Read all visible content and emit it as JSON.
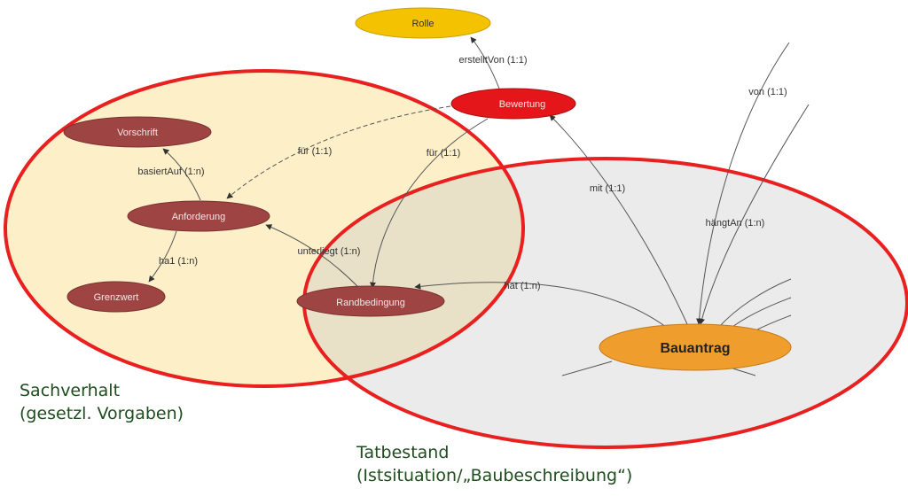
{
  "colors": {
    "ellipse_stroke": "#e8201f",
    "sachverhalt_fill": "#fdefc8",
    "tatbestand_fill": "#ebebeb",
    "overlap_fill": "#e9e0c8",
    "node_dark_red": "#9e4543",
    "node_red": "#e4161a",
    "node_yellow": "#f5c200",
    "node_orange": "#ef9e2d",
    "caption_text": "#1f4d1f"
  },
  "nodes": {
    "rolle": "Rolle",
    "bewertung": "Bewertung",
    "vorschrift": "Vorschrift",
    "anforderung": "Anforderung",
    "grenzwert": "Grenzwert",
    "randbedingung": "Randbedingung",
    "bauantrag": "Bauantrag"
  },
  "edges": {
    "erstellt_von": "erstelltVon (1:1)",
    "fuer_dashed": "für (1:1)",
    "fuer_solid": "für (1:1)",
    "basiert_auf": "basiertAuf (1:n)",
    "ha1": "ha1 (1:n)",
    "unterliegt": "unterliegt (1:n)",
    "hat": "hat (1:n)",
    "mit": "mit (1:1)",
    "von": "von (1:1)",
    "haengt_an": "hängtAn (1:n)"
  },
  "captions": {
    "sachverhalt_line1": "Sachverhalt",
    "sachverhalt_line2": "(gesetzl. Vorgaben)",
    "tatbestand_line1": "Tatbestand",
    "tatbestand_line2": "(Istsituation/„Baubeschreibung“)"
  }
}
